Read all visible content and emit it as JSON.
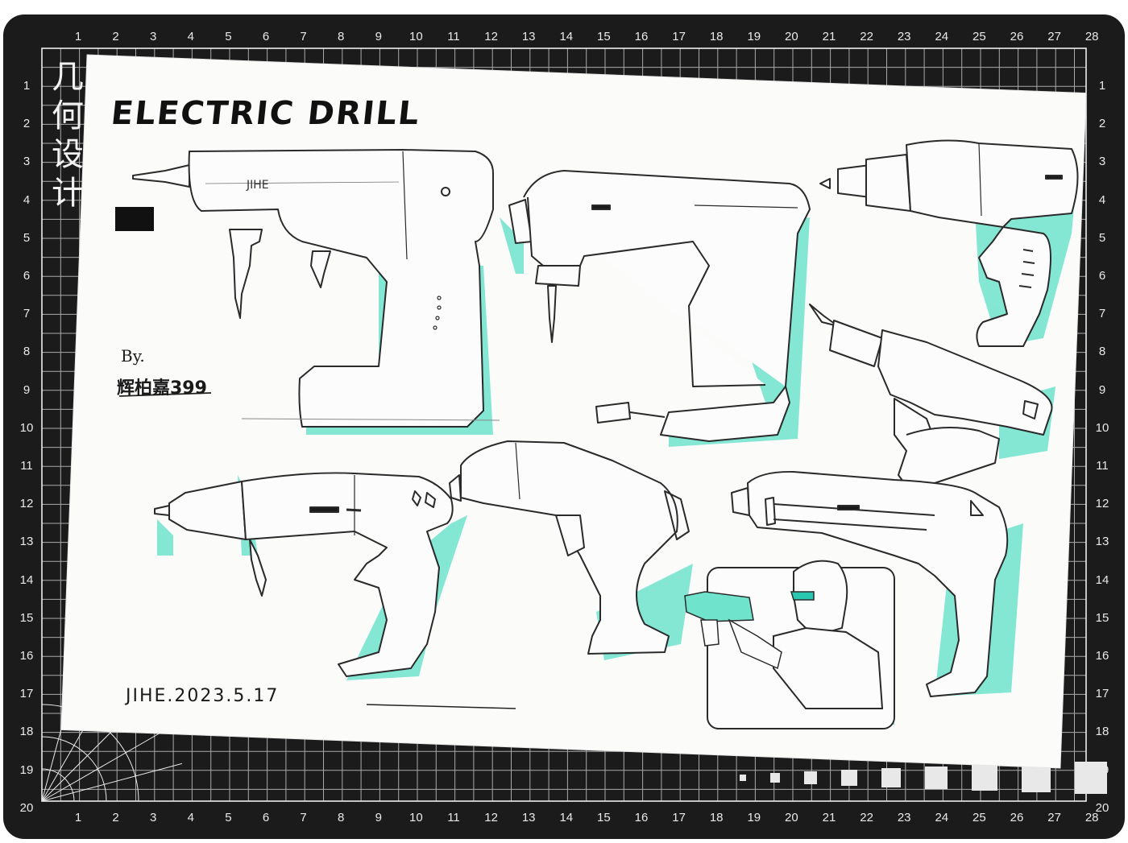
{
  "mat": {
    "title_chars": [
      "几",
      "何",
      "设",
      "计"
    ],
    "top_ruler": [
      "1",
      "2",
      "3",
      "4",
      "5",
      "6",
      "7",
      "8",
      "9",
      "10",
      "11",
      "12",
      "13",
      "14",
      "15",
      "16",
      "17",
      "18",
      "19",
      "20",
      "21",
      "22",
      "23",
      "24",
      "25",
      "26",
      "27",
      "28"
    ],
    "side_ruler": [
      "1",
      "2",
      "3",
      "4",
      "5",
      "6",
      "7",
      "8",
      "9",
      "10",
      "11",
      "12",
      "13",
      "14",
      "15",
      "16",
      "17",
      "18",
      "19",
      "20"
    ],
    "colors": {
      "mat": "#1b1b1b",
      "grid": "#e9e9e9",
      "accent_marker": "#5fe0c8"
    }
  },
  "sheet": {
    "headline": "ELECTRIC DRILL",
    "byline": "By.",
    "author": "辉柏嘉399",
    "brand_mark": "JIHE",
    "date_signature": "JIHE.2023.5.17"
  },
  "sketches": [
    {
      "name": "drill-1-cordless-top-left",
      "icon": "drill-sketch"
    },
    {
      "name": "drill-2-industrial-center",
      "icon": "drill-sketch"
    },
    {
      "name": "drill-3-compact-top-right",
      "icon": "drill-sketch"
    },
    {
      "name": "drill-4-hand-held-right",
      "icon": "drill-sketch"
    },
    {
      "name": "drill-5-bottom-left",
      "icon": "drill-sketch"
    },
    {
      "name": "drill-6-bottom-center",
      "icon": "drill-sketch"
    },
    {
      "name": "drill-7-bottom-right",
      "icon": "drill-sketch"
    },
    {
      "name": "man-using-drill-vignette",
      "icon": "person-sketch"
    }
  ]
}
